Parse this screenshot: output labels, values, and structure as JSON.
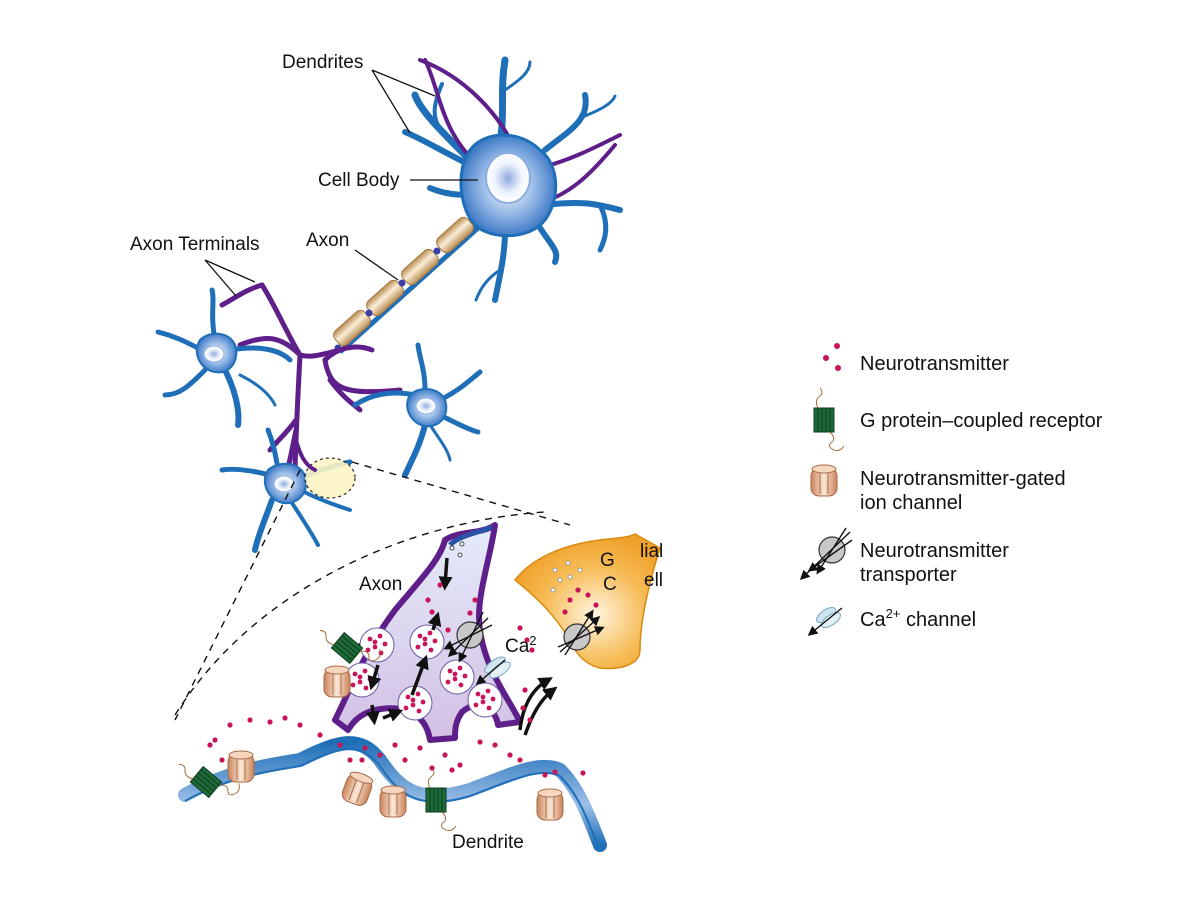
{
  "labels": {
    "dendrites": "Dendrites",
    "cell_body": "Cell Body",
    "axon_top": "Axon",
    "axon_terminals": "Axon Terminals",
    "synapse_axon": "Axon",
    "glial_cell_part1": "G",
    "glial_cell_part2": "lial",
    "glial_cell_part3": "C",
    "glial_cell_part4": "ell",
    "calcium": "Ca",
    "calcium_sup": "2",
    "dendrite": "Dendrite"
  },
  "legend": [
    {
      "icon": "neurotransmitter-icon",
      "line1": "Neurotransmitter",
      "line2": ""
    },
    {
      "icon": "g-protein-coupled-receptor-icon",
      "line1": "G protein–coupled receptor",
      "line2": ""
    },
    {
      "icon": "neurotransmitter-gated-ion-channel-icon",
      "line1": "Neurotransmitter-gated",
      "line2": "ion channel"
    },
    {
      "icon": "neurotransmitter-transporter-icon",
      "line1": "Neurotransmitter",
      "line2": "transporter"
    },
    {
      "icon": "calcium-channel-icon",
      "line1": "Ca",
      "line1_sup": "2+",
      "line1_rest": " channel",
      "line2": ""
    }
  ],
  "colors": {
    "dendrite_blue": "#1f6fb8",
    "axon_terminal_purple": "#5e1f8a",
    "myelin_tan": "#d9b07a",
    "node_blue": "#3b3fa8",
    "neurotransmitter": "#c8145a",
    "glial_orange": "#f2a531",
    "receptor_green": "#1e6b3a",
    "ion_channel_tan": "#d8a07a",
    "synapse_fill": "#d6c6e6",
    "highlight_yellow": "#fbf5c4"
  }
}
